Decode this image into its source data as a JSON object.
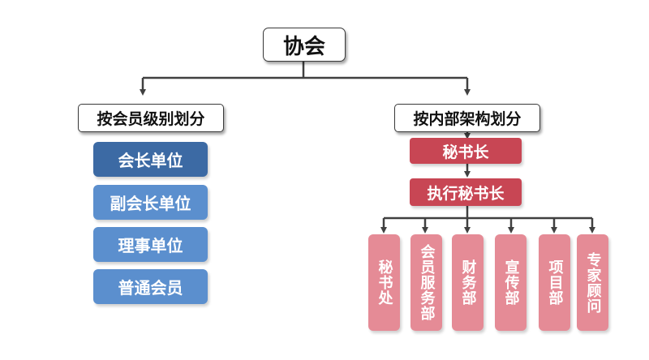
{
  "root": {
    "label": "协会"
  },
  "left_branch": {
    "title": "按会员级别划分",
    "items": [
      "会长单位",
      "副会长单位",
      "理事单位",
      "普通会员"
    ]
  },
  "right_branch": {
    "title": "按内部架构划分",
    "level1": "秘书长",
    "level2": "执行秘书长",
    "departments": [
      "秘书处",
      "会员服务部",
      "财务部",
      "宣传部",
      "项目部",
      "专家顾问"
    ]
  },
  "colors": {
    "dark_blue": "#3c6aa4",
    "light_blue": "#5b8fce",
    "red": "#c84654",
    "pink": "#e58b96",
    "line": "#404040"
  }
}
